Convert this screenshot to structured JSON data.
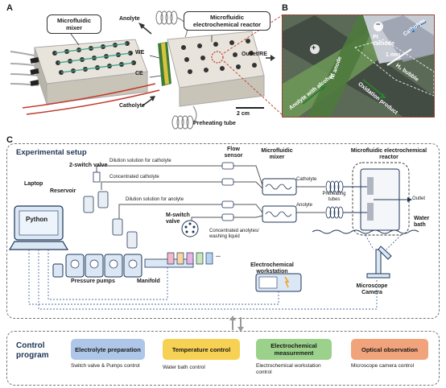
{
  "panel_a": {
    "letter": "A",
    "callout_mixer": "Microfluidic mixer",
    "callout_reactor": "Microfluidic electrochemical reactor",
    "anolyte": "Anolyte",
    "we": "WE",
    "ce": "CE",
    "outlet": "Outlet/RE",
    "catholyte": "Catholyte",
    "preheating": "Preheating tube",
    "scale": "2 cm"
  },
  "panel_b": {
    "letter": "B",
    "pt_cathode": "Pt cathode",
    "catholyte": "Catholyte",
    "scale": "1 mm",
    "ni_anode": "Ni anode",
    "h2_bubble": "H₂ bubble",
    "anolyte_alcohol": "Anolyte with alcohol",
    "oxidation_product": "Oxidation product",
    "minus": "−",
    "plus": "+"
  },
  "panel_c": {
    "letter": "C",
    "title": "Experimental setup",
    "reservoir": "Reservoir",
    "two_switch": "2-switch valve",
    "dil_cath": "Dilution solution for catholyte",
    "conc_cath": "Concentrated catholyte",
    "dil_anol": "Dilution solution for anolyte",
    "conc_anol": "Concentrated anolytes/ washing liquid",
    "flow_sensor": "Flow sensor",
    "mixer": "Microfluidic mixer",
    "reactor": "Microfluidic electrochemical reactor",
    "catholyte": "Catholyte",
    "anolyte": "Anolyte",
    "preheating": "Preheating tubes",
    "outlet": "Outlet",
    "water_bath": "Water bath",
    "laptop": "Laptop",
    "python": "Python",
    "mswitch": "M-switch valve",
    "pumps": "Pressure pumps",
    "manifold": "Manifold",
    "ellipsis": "...",
    "workstation": "Electrochemical workstation",
    "microscope": "Microscope Camera"
  },
  "control": {
    "title": "Control program",
    "modules": [
      {
        "label": "Electrolyte preparation",
        "desc": "Switch valve & Pumps control",
        "color": "#aec6e8"
      },
      {
        "label": "Temperature control",
        "desc": "Water bath control",
        "color": "#f7d154"
      },
      {
        "label": "Electrochemical measurement",
        "desc": "Electrochemical workstation control",
        "color": "#9bd18a"
      },
      {
        "label": "Optical observation",
        "desc": "Microscope camera control",
        "color": "#f1a47c"
      }
    ]
  }
}
